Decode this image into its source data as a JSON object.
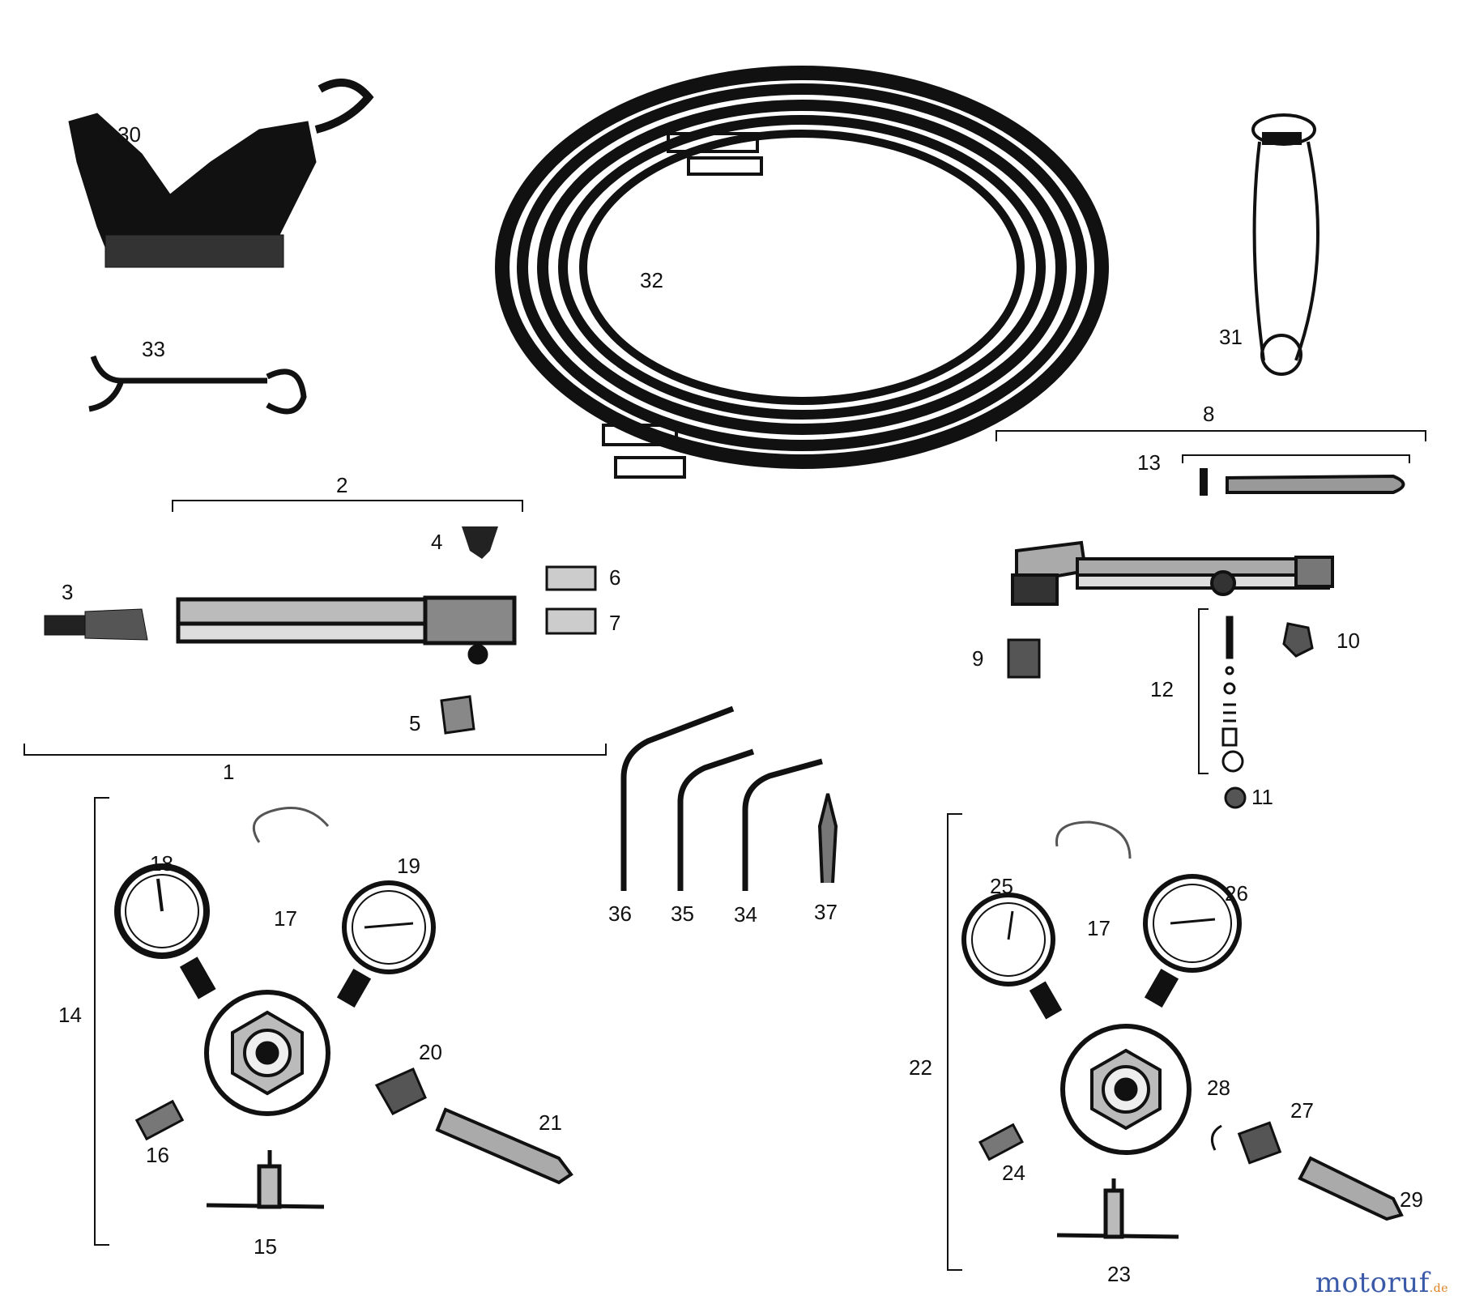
{
  "labels": {
    "l1": "1",
    "l2": "2",
    "l3": "3",
    "l4": "4",
    "l5": "5",
    "l6": "6",
    "l7": "7",
    "l8": "8",
    "l9": "9",
    "l10": "10",
    "l11": "11",
    "l12": "12",
    "l13": "13",
    "l14": "14",
    "l15": "15",
    "l16": "16",
    "l17a": "17",
    "l17b": "17",
    "l18": "18",
    "l19": "19",
    "l20": "20",
    "l21": "21",
    "l22": "22",
    "l23": "23",
    "l24": "24",
    "l25": "25",
    "l26": "26",
    "l27": "27",
    "l28": "28",
    "l29": "29",
    "l30": "30",
    "l31": "31",
    "l32": "32",
    "l33": "33",
    "l34": "34",
    "l35": "35",
    "l36": "36",
    "l37": "37"
  },
  "watermark": {
    "text": "motoruf",
    "tld": ".de"
  },
  "colors": {
    "ink": "#111111",
    "watermark_primary": "#3a5aa8",
    "watermark_accent": "#e08020"
  }
}
